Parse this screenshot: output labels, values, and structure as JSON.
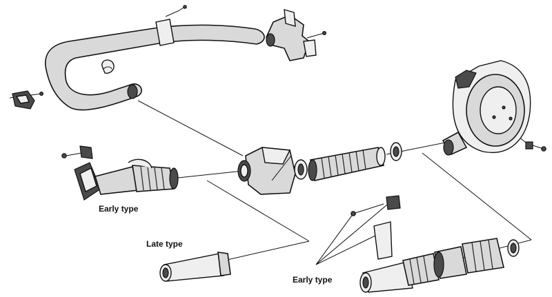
{
  "labels": {
    "early_type_left": "Early type",
    "late_type": "Late type",
    "early_type_right": "Early type"
  }
}
